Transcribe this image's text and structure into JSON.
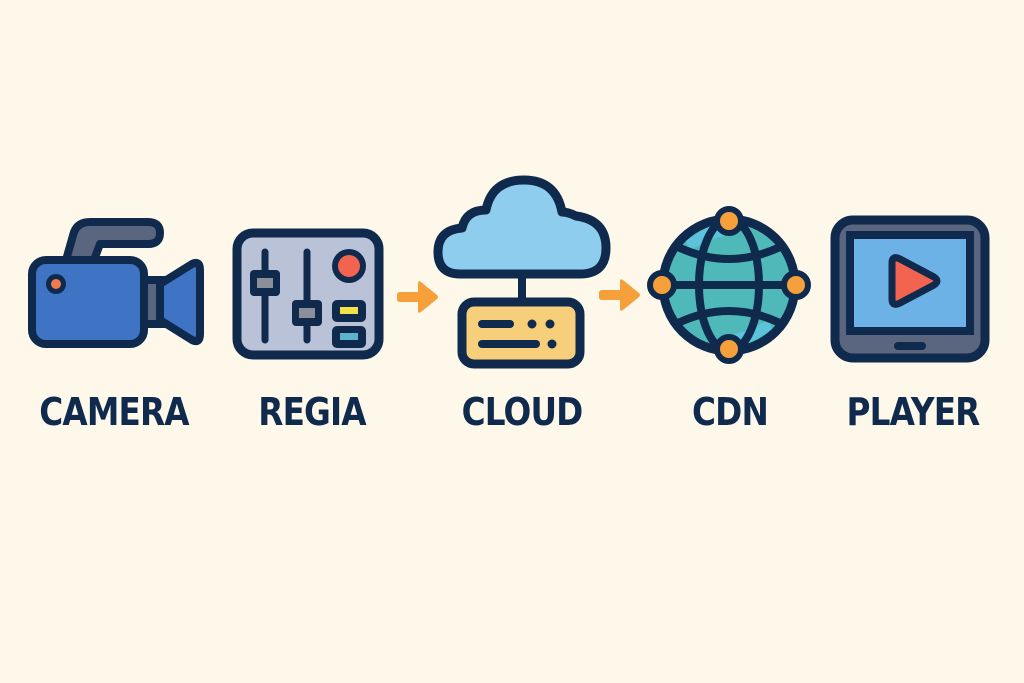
{
  "diagram": {
    "type": "pipeline",
    "direction": "left-to-right",
    "background": "#fdf8ea",
    "stroke_color": "#0f2a4d",
    "arrow_color": "#f6a03c",
    "nodes": [
      {
        "id": "camera",
        "label": "CAMERA",
        "icon": "video-camera-icon",
        "colors": {
          "body": "#3f73c4",
          "handle": "#5a6680",
          "lens_dot": "#f07a4b"
        }
      },
      {
        "id": "regia",
        "label": "REGIA",
        "icon": "mixing-console-icon",
        "colors": {
          "panel": "#b9c2d6",
          "fader_cap": "#8a8f99",
          "knob": "#f26450",
          "button_1": "#f1e24a",
          "button_2": "#5bb3d0"
        }
      },
      {
        "id": "cloud",
        "label": "CLOUD",
        "icon": "cloud-server-icon",
        "colors": {
          "cloud": "#8fcdee",
          "server": "#f7cf7b"
        }
      },
      {
        "id": "cdn",
        "label": "CDN",
        "icon": "globe-network-icon",
        "colors": {
          "globe": "#4fb8b8",
          "globe_highlight": "#5cc3db",
          "nodes": "#f6a03c"
        }
      },
      {
        "id": "player",
        "label": "PLAYER",
        "icon": "tablet-play-icon",
        "colors": {
          "frame": "#5a6680",
          "screen": "#6cb2e6",
          "play": "#f26450"
        }
      }
    ],
    "edges": [
      {
        "from": "regia",
        "to": "cloud",
        "icon": "arrow-right-icon"
      },
      {
        "from": "cloud",
        "to": "cdn",
        "icon": "arrow-right-icon"
      }
    ]
  }
}
